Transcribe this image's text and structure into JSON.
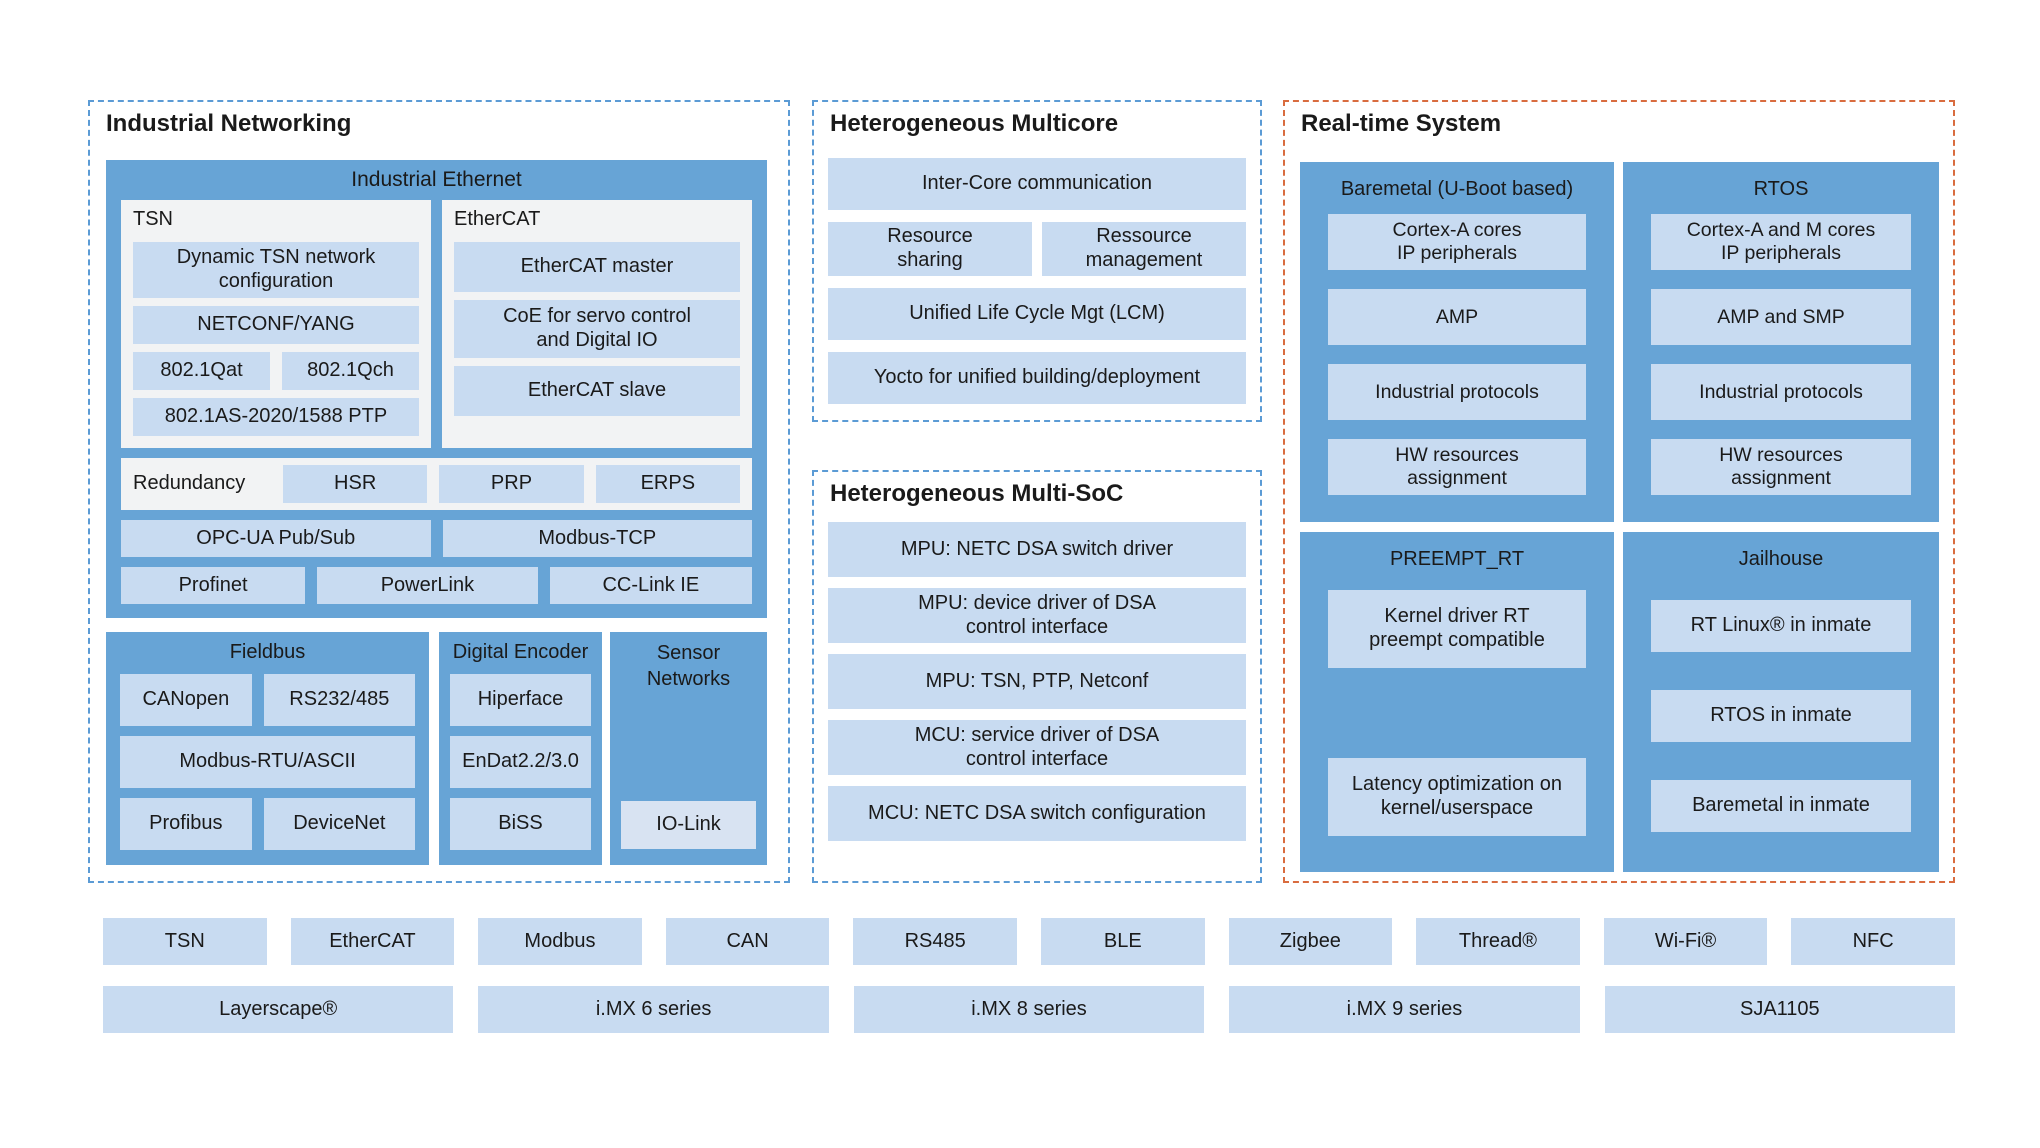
{
  "colors": {
    "panel_blue": "#67A4D6",
    "chip_blue": "#C8DBF1",
    "chip_lighter": "#D8E3F2",
    "panel_gray": "#F2F3F4",
    "dash_blue": "#5B9BD5",
    "dash_orange": "#D96C3F",
    "text": "#1A1A1A"
  },
  "industrial_networking": {
    "title": "Industrial Networking",
    "industrial_ethernet": {
      "title": "Industrial Ethernet",
      "tsn": {
        "label": "TSN",
        "chips": [
          "Dynamic TSN network\nconfiguration",
          "NETCONF/YANG",
          "802.1Qat",
          "802.1Qch",
          "802.1AS-2020/1588 PTP"
        ]
      },
      "ethercat": {
        "label": "EtherCAT",
        "chips": [
          "EtherCAT master",
          "CoE for servo control\nand Digital IO",
          "EtherCAT slave"
        ]
      },
      "redundancy": {
        "label": "Redundancy",
        "chips": [
          "HSR",
          "PRP",
          "ERPS"
        ]
      },
      "row1": [
        "OPC-UA Pub/Sub",
        "Modbus-TCP"
      ],
      "row2": [
        "Profinet",
        "PowerLink",
        "CC-Link IE"
      ]
    },
    "fieldbus": {
      "title": "Fieldbus",
      "chips": [
        "CANopen",
        "RS232/485",
        "Modbus-RTU/ASCII",
        "Profibus",
        "DeviceNet"
      ]
    },
    "digital_encoder": {
      "title": "Digital Encoder",
      "chips": [
        "Hiperface",
        "EnDat2.2/3.0",
        "BiSS"
      ]
    },
    "sensor_networks": {
      "title": "Sensor\nNetworks",
      "chips": [
        "IO-Link"
      ]
    }
  },
  "heterogeneous_multicore": {
    "title": "Heterogeneous Multicore",
    "chips": [
      "Inter-Core communication",
      "Resource\nsharing",
      "Ressource\nmanagement",
      "Unified Life Cycle Mgt (LCM)",
      "Yocto for unified building/deployment"
    ]
  },
  "heterogeneous_multisoc": {
    "title": "Heterogeneous Multi-SoC",
    "chips": [
      "MPU: NETC DSA switch driver",
      "MPU: device driver of DSA\ncontrol interface",
      "MPU: TSN, PTP, Netconf",
      "MCU: service driver of DSA\ncontrol interface",
      "MCU: NETC DSA switch configuration"
    ]
  },
  "realtime_system": {
    "title": "Real-time System",
    "baremetal": {
      "title": "Baremetal (U-Boot based)",
      "chips": [
        "Cortex-A cores\nIP peripherals",
        "AMP",
        "Industrial protocols",
        "HW resources\nassignment"
      ]
    },
    "rtos": {
      "title": "RTOS",
      "chips": [
        "Cortex-A and M cores\nIP peripherals",
        "AMP and SMP",
        "Industrial protocols",
        "HW resources\nassignment"
      ]
    },
    "preempt_rt": {
      "title": "PREEMPT_RT",
      "chips": [
        "Kernel driver RT\npreempt compatible",
        "Latency optimization on\nkernel/userspace"
      ]
    },
    "jailhouse": {
      "title": "Jailhouse",
      "chips": [
        "RT Linux® in inmate",
        "RTOS in inmate",
        "Baremetal in inmate"
      ]
    }
  },
  "protocol_row": [
    "TSN",
    "EtherCAT",
    "Modbus",
    "CAN",
    "RS485",
    "BLE",
    "Zigbee",
    "Thread®",
    "Wi-Fi®",
    "NFC"
  ],
  "hardware_row": [
    "Layerscape®",
    "i.MX 6 series",
    "i.MX 8 series",
    "i.MX 9 series",
    "SJA1105"
  ]
}
